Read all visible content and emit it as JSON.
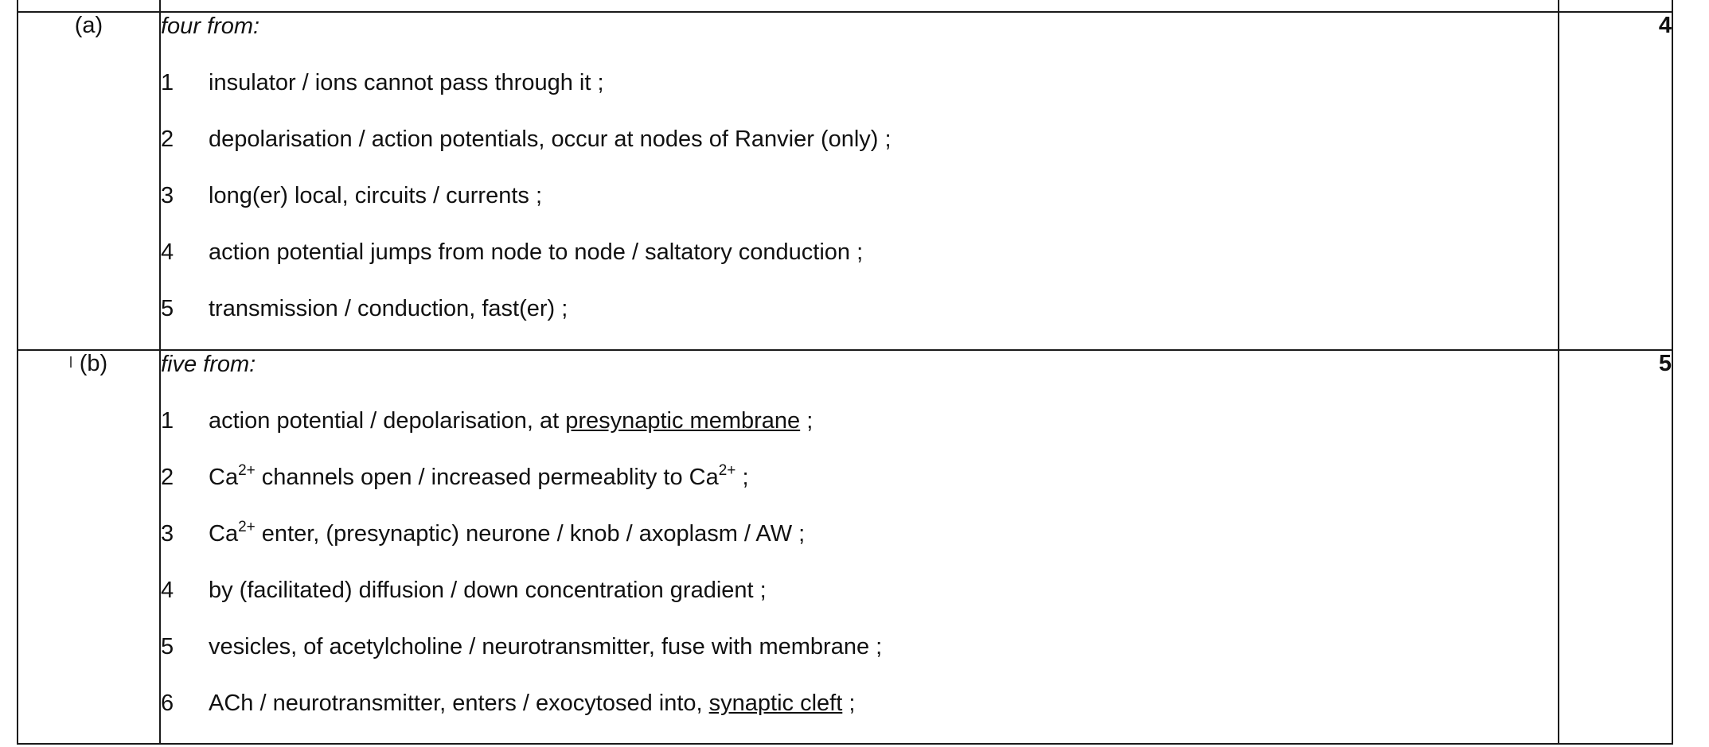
{
  "parts": [
    {
      "label": "(a)",
      "intro": "four from:",
      "marks": "4",
      "points": [
        {
          "num": "1",
          "segments": [
            {
              "text": "insulator / ions cannot pass through it ;"
            }
          ]
        },
        {
          "num": "2",
          "segments": [
            {
              "text": "depolarisation / action potentials, occur at nodes of Ranvier (only) ;"
            }
          ]
        },
        {
          "num": "3",
          "segments": [
            {
              "text": "long(er) local, circuits / currents ;"
            }
          ]
        },
        {
          "num": "4",
          "segments": [
            {
              "text": "action potential jumps from node to node / saltatory conduction ;"
            }
          ]
        },
        {
          "num": "5",
          "segments": [
            {
              "text": "transmission / conduction, fast(er) ;"
            }
          ]
        }
      ]
    },
    {
      "label": "(b)",
      "intro": "five from:",
      "marks": "5",
      "points": [
        {
          "num": "1",
          "segments": [
            {
              "text": "action potential / depolarisation, at "
            },
            {
              "text": "presynaptic membrane",
              "underline": true
            },
            {
              "text": " ;"
            }
          ]
        },
        {
          "num": "2",
          "segments": [
            {
              "text": "Ca"
            },
            {
              "text": "2+",
              "sup": true
            },
            {
              "text": " channels open / increased permeablity to Ca"
            },
            {
              "text": "2+",
              "sup": true
            },
            {
              "text": " ;"
            }
          ]
        },
        {
          "num": "3",
          "segments": [
            {
              "text": "Ca"
            },
            {
              "text": "2+",
              "sup": true
            },
            {
              "text": " enter, (presynaptic) neurone / knob / axoplasm / AW ;"
            }
          ]
        },
        {
          "num": "4",
          "segments": [
            {
              "text": "by (facilitated) diffusion / down concentration gradient ;"
            }
          ]
        },
        {
          "num": "5",
          "segments": [
            {
              "text": "vesicles, of acetylcholine / neurotransmitter, fuse with membrane ;"
            }
          ]
        },
        {
          "num": "6",
          "segments": [
            {
              "text": "ACh / neurotransmitter, enters / exocytosed into, "
            },
            {
              "text": "synaptic cleft",
              "underline": true
            },
            {
              "text": " ;"
            }
          ]
        }
      ]
    }
  ]
}
